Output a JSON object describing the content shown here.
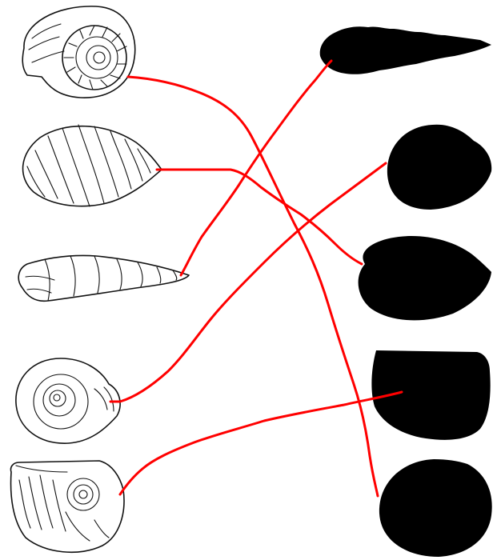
{
  "colors": {
    "line": "#ff0000",
    "silhouette": "#000000",
    "outline": "#111111",
    "background": "#ffffff"
  },
  "left_items": [
    {
      "icon": "ammonite-shell-icon"
    },
    {
      "icon": "cone-shell-icon"
    },
    {
      "icon": "auger-shell-icon"
    },
    {
      "icon": "snail-shell-icon"
    },
    {
      "icon": "abalone-shell-icon"
    }
  ],
  "right_items": [
    {
      "icon": "auger-silhouette-icon"
    },
    {
      "icon": "snail-silhouette-icon"
    },
    {
      "icon": "cone-silhouette-icon"
    },
    {
      "icon": "abalone-silhouette-icon"
    },
    {
      "icon": "ammonite-silhouette-icon"
    }
  ],
  "matches": [
    {
      "from": 1,
      "to": 5
    },
    {
      "from": 2,
      "to": 3
    },
    {
      "from": 3,
      "to": 1
    },
    {
      "from": 4,
      "to": 2
    },
    {
      "from": 5,
      "to": 4
    }
  ]
}
